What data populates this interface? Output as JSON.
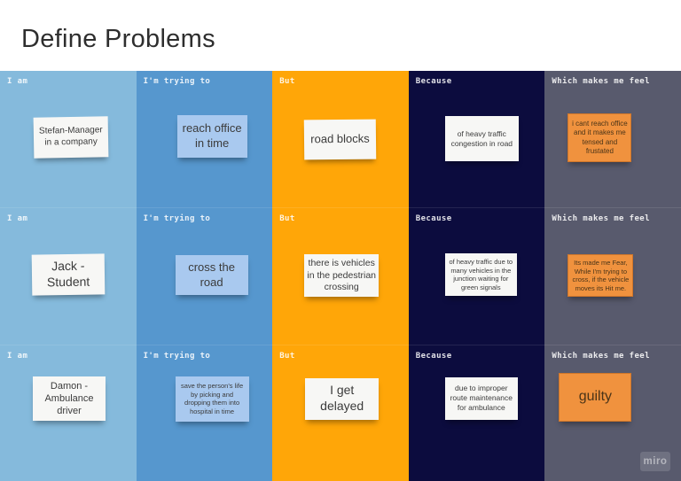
{
  "page": {
    "title": "Define Problems",
    "watermark": "miro"
  },
  "palette": {
    "column_i_am": "#85BADC",
    "column_trying_to": "#5697CE",
    "column_but": "#FFA608",
    "column_because": "#0C0C3E",
    "column_feel": "#585A6D",
    "note_white": "#F7F7F5",
    "note_blue": "#A9C9EF",
    "note_orange": "#F0923E"
  },
  "columns": [
    {
      "label": "I am"
    },
    {
      "label": "I'm trying to"
    },
    {
      "label": "But"
    },
    {
      "label": "Because"
    },
    {
      "label": "Which makes me feel"
    }
  ],
  "rows": [
    {
      "notes": [
        {
          "text": "Stefan-Manager in a company",
          "color": "white"
        },
        {
          "text": "reach office in time",
          "color": "blue"
        },
        {
          "text": "road blocks",
          "color": "white"
        },
        {
          "text": "of heavy traffic congestion in road",
          "color": "white"
        },
        {
          "text": "i cant reach office and it makes me tensed and frustated",
          "color": "orange"
        }
      ]
    },
    {
      "notes": [
        {
          "text": "Jack - Student",
          "color": "white"
        },
        {
          "text": "cross the road",
          "color": "blue"
        },
        {
          "text": "there is vehicles in the pedestrian crossing",
          "color": "white"
        },
        {
          "text": "of heavy traffic due to many vehicles in the junction waiting for green signals",
          "color": "white"
        },
        {
          "text": "Its made me Fear, While I'm trying to cross, if the vehicle moves its Hit me.",
          "color": "orange"
        }
      ]
    },
    {
      "notes": [
        {
          "text": "Damon - Ambulance driver",
          "color": "white"
        },
        {
          "text": "save the person's life by picking and dropping them into hospital in time",
          "color": "blue"
        },
        {
          "text": "I get delayed",
          "color": "white"
        },
        {
          "text": "due to improper route maintenance for ambulance",
          "color": "white"
        },
        {
          "text": "guilty",
          "color": "orange"
        }
      ]
    }
  ]
}
